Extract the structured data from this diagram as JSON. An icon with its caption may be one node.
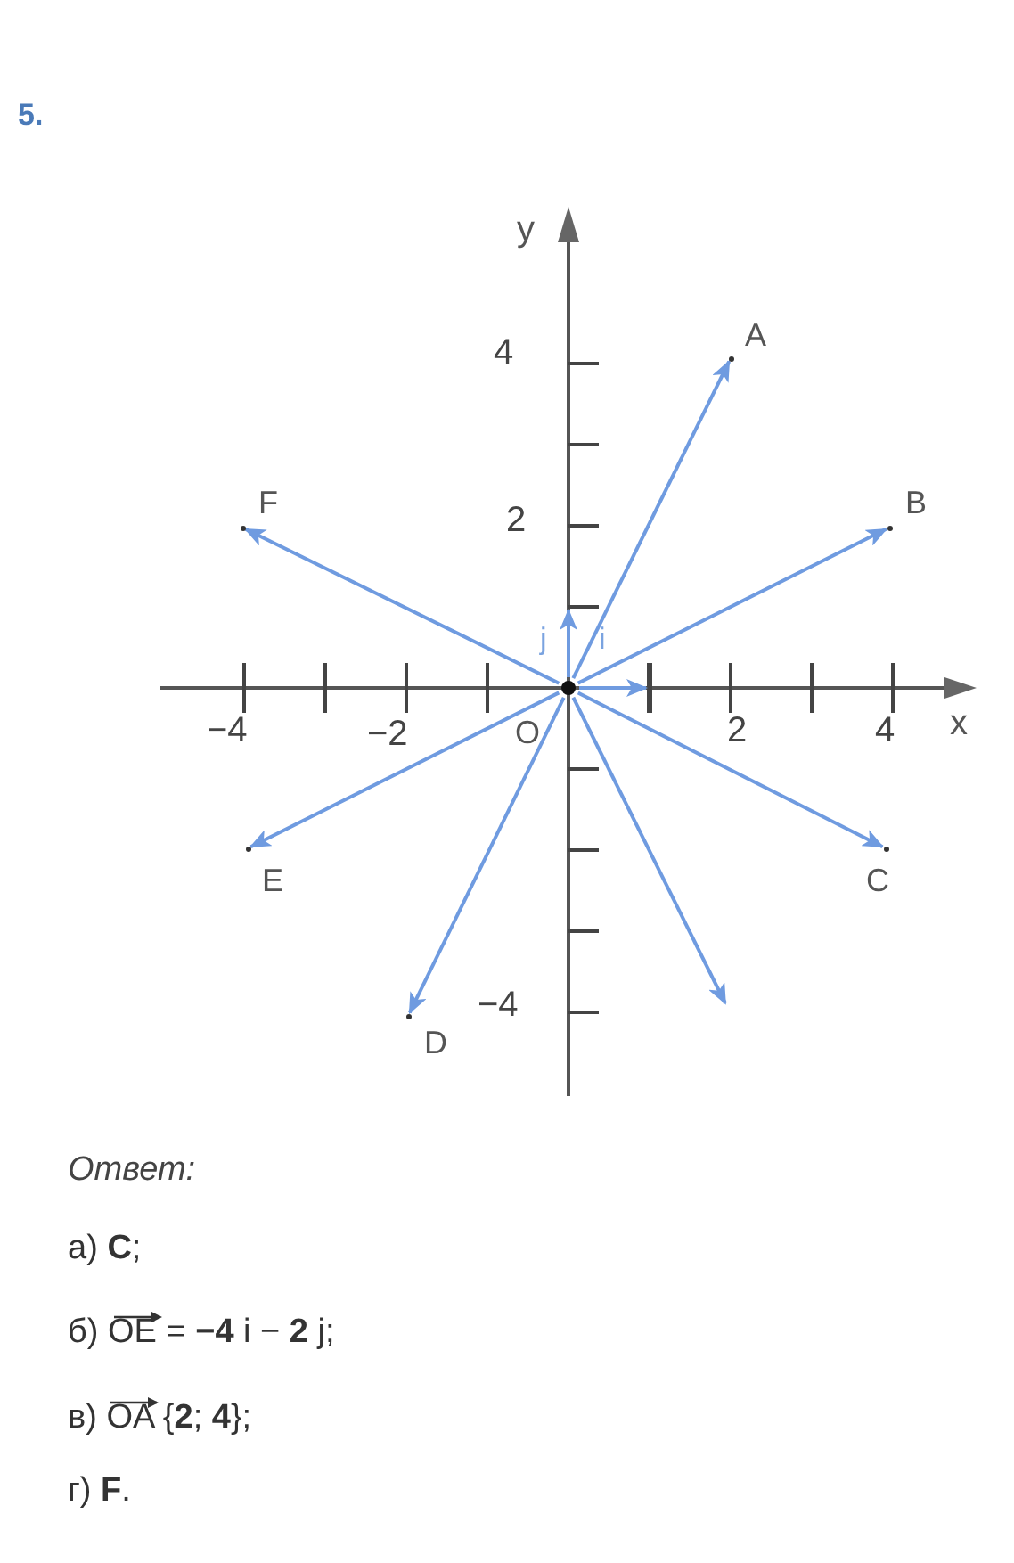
{
  "diagram": {
    "nodes": [
      {
        "text": [
          "O"
        ]
      },
      {
        "text": [
          "A"
        ]
      },
      {
        "text": [
          "B"
        ]
      },
      {
        "text": [
          "C"
        ]
      },
      {
        "text": [
          "D"
        ]
      },
      {
        "text": [
          "E"
        ]
      },
      {
        "text": [
          "F"
        ]
      }
    ],
    "edges": [
      {
        "from": 0,
        "to": 1,
        "arrow": "to"
      },
      {
        "from": 0,
        "to": 2,
        "arrow": "to"
      },
      {
        "from": 0,
        "to": 3,
        "arrow": "to"
      },
      {
        "from": 0,
        "to": 4,
        "arrow": "to"
      },
      {
        "from": 0,
        "to": 5,
        "arrow": "to"
      },
      {
        "from": 0,
        "to": 6,
        "arrow": "to"
      },
      {
        "from": 0,
        "to": null,
        "arrow": "to"
      }
    ],
    "labels": [
      "5.",
      "y",
      "4",
      "2",
      "j",
      "i",
      "−4",
      "−2",
      "2",
      "4",
      "x",
      "−4",
      "Ответ:",
      "а) **C**;",
      "б) OE = **−4** i − **2** j;",
      "в) OA {**2**; **4**};",
      "г) **F**."
    ]
  }
}
